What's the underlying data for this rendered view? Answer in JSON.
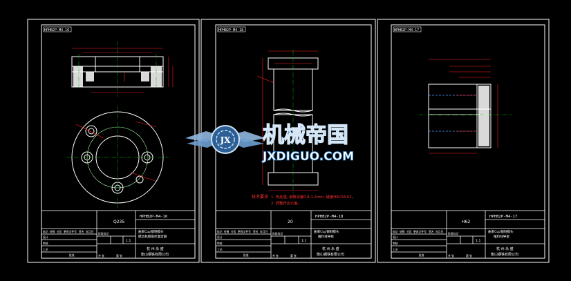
{
  "sheets": [
    {
      "id_tag": "HPHB2P-M4-16",
      "material": "Q235",
      "drawing_no": "HPHB2P-M4-16",
      "part_name_line1": "曲率Cup钢制模头",
      "part_name_line2": "模具机模座栏面定圆",
      "company_line1": "杭 州 永 盛",
      "company_line2": "衡山钢铁有限公司",
      "scale": "1:1"
    },
    {
      "id_tag": "HPHB2P-M4-18",
      "material": "20",
      "drawing_no": "HPHB2P-M4-18",
      "part_name_line1": "曲率Cup钢制模头",
      "part_name_line2": "推料柱导柱",
      "company_line1": "杭 州 永 盛",
      "company_line2": "衡山钢铁有限公司",
      "scale": "1:1",
      "tech_req_title": "技术要求",
      "tech_req_1": "1. 热处理, 渗碳深度0.8-1.2mm, 硬度HRC58-62。",
      "tech_req_2": "2. 调整符合公差。"
    },
    {
      "id_tag": "HPHB2P-M4-17",
      "material": "H62",
      "drawing_no": "HPHB2P-M4-17",
      "part_name_line1": "曲率Cup钢制模头",
      "part_name_line2": "推料柱导套",
      "company_line1": "杭 州 永 盛",
      "company_line2": "衡山钢铁有限公司",
      "scale": "1:1"
    }
  ],
  "title_block_labels": {
    "mark": "标记",
    "count": "处数",
    "zone": "分区",
    "change_doc": "更改文件号",
    "signature": "签名",
    "date": "年月日",
    "designer": "设计",
    "standardize": "标准化",
    "stage_mark": "阶段标记",
    "weight": "重量",
    "scale": "比例",
    "review": "审核",
    "process": "工艺",
    "approve": "批准",
    "sheets_total": "共 张",
    "sheet_no": "第 张"
  },
  "watermark": {
    "brand": "机械帝国",
    "site": "JXDIGUO.COM",
    "emblem": "JX"
  },
  "colors": {
    "background": "#000000",
    "outline": "#ffffff",
    "dimension": "#ff2020",
    "centerline": "#00c000",
    "hidden": "#4aa0ff",
    "accent": "#ffff00",
    "watermark": "#3a8fd8"
  }
}
